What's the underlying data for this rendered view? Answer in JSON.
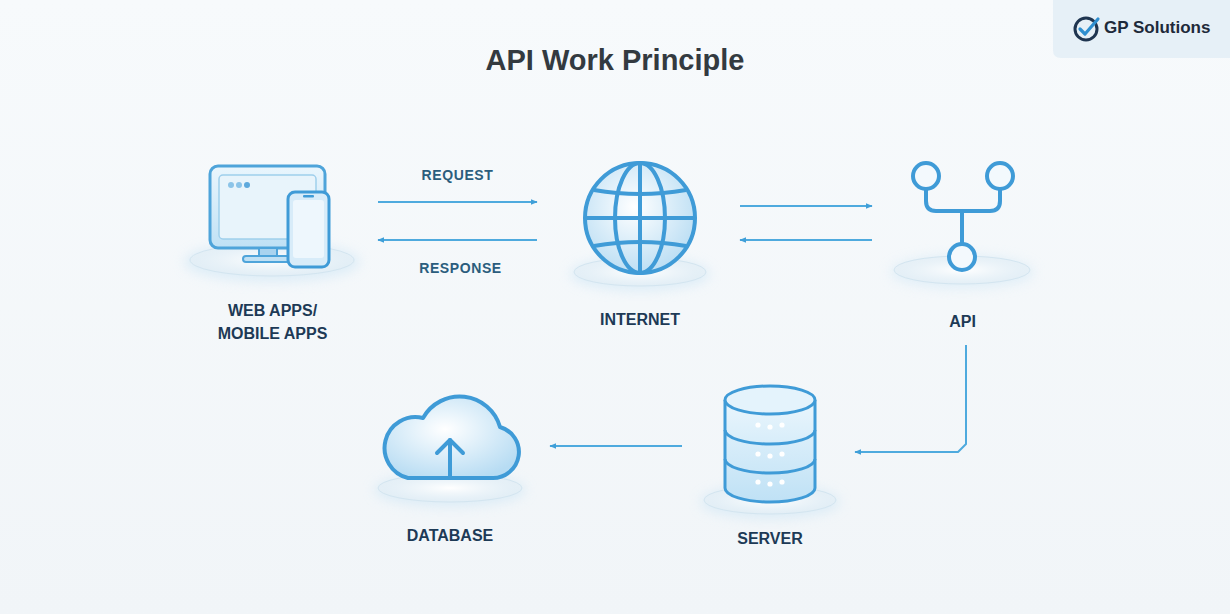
{
  "diagram": {
    "title": "API Work Principle",
    "nodes": [
      {
        "text": [
          "WEB APPS/ MOBILE APPS"
        ]
      },
      {
        "text": [
          "INTERNET"
        ]
      },
      {
        "text": [
          "API"
        ]
      },
      {
        "text": [
          "SERVER"
        ]
      },
      {
        "text": [
          "DATABASE"
        ]
      }
    ],
    "edges": [
      {
        "from": 0,
        "to": 1,
        "arrow": "to",
        "label": "REQUEST"
      },
      {
        "from": 1,
        "to": 0,
        "arrow": "to",
        "label": "RESPONSE"
      },
      {
        "from": 1,
        "to": 2,
        "arrow": "to"
      },
      {
        "from": 2,
        "to": 1,
        "arrow": "to"
      },
      {
        "from": 2,
        "to": 3,
        "arrow": "to"
      },
      {
        "from": 3,
        "to": 4,
        "arrow": "to"
      }
    ],
    "labels": [
      "GP Solutions"
    ]
  }
}
